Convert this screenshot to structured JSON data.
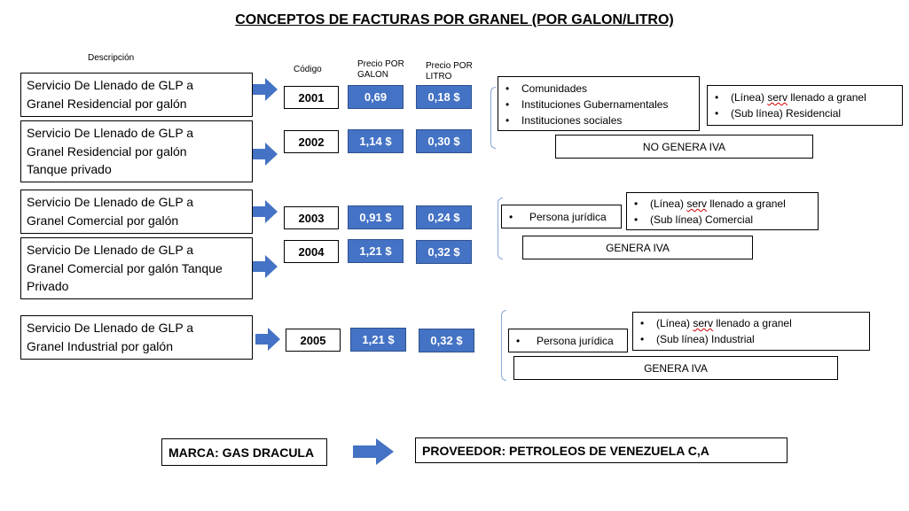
{
  "title": "CONCEPTOS DE FACTURAS POR GRANEL (POR GALON/LITRO)",
  "headers": {
    "descripcion": "Descripción",
    "codigo": "Código",
    "precio_galon": [
      "Precio POR",
      "GALON"
    ],
    "precio_litro": [
      "Precio POR",
      "LITRO"
    ]
  },
  "services": [
    {
      "desc": [
        "Servicio De Llenado de GLP a",
        "Granel Residencial por galón"
      ],
      "code": "2001",
      "galon": "0,69",
      "litro": "0,18 $"
    },
    {
      "desc": [
        "Servicio De Llenado de GLP a",
        "Granel Residencial por galón",
        "Tanque privado"
      ],
      "code": "2002",
      "galon": "1,14 $",
      "litro": "0,30 $"
    },
    {
      "desc": [
        "Servicio De Llenado de GLP a",
        "Granel Comercial por galón"
      ],
      "code": "2003",
      "galon": "0,91 $",
      "litro": "0,24 $"
    },
    {
      "desc": [
        "Servicio De Llenado de GLP a",
        "Granel Comercial por galón Tanque",
        "Privado"
      ],
      "code": "2004",
      "galon": "1,21 $",
      "litro": "0,32 $"
    },
    {
      "desc": [
        "Servicio De Llenado de GLP a",
        "Granel Industrial por galón"
      ],
      "code": "2005",
      "galon": "1,21 $",
      "litro": "0,32 $"
    }
  ],
  "groups": {
    "residencial": {
      "clients": [
        "Comunidades",
        "Instituciones Gubernamentales",
        "Instituciones sociales"
      ],
      "linea_prefix": "(Línea) ",
      "linea_word": "serv",
      "linea_suffix": " llenado a granel",
      "sublinea": "(Sub línea) Residencial",
      "iva": "NO GENERA IVA"
    },
    "comercial": {
      "clients": [
        "Persona jurídica"
      ],
      "linea_prefix": "(Línea) ",
      "linea_word": "serv",
      "linea_suffix": " llenado a granel",
      "sublinea": "(Sub línea) Comercial",
      "iva": "GENERA IVA"
    },
    "industrial": {
      "clients": [
        "Persona jurídica"
      ],
      "linea_prefix": "(Línea) ",
      "linea_word": "serv",
      "linea_suffix": " llenado a granel",
      "sublinea": "(Sub línea) Industrial",
      "iva": "GENERA IVA"
    }
  },
  "footer": {
    "marca": "MARCA: GAS DRACULA",
    "proveedor": "PROVEEDOR: PETROLEOS DE VENEZUELA C,A"
  },
  "colors": {
    "arrow": "#4472c4",
    "price_box": "#4472c4"
  }
}
